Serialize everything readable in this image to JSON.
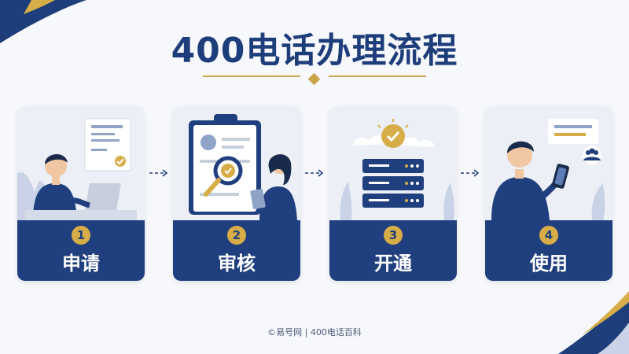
{
  "title": "400电话办理流程",
  "steps": [
    {
      "number": "1",
      "label": "申请"
    },
    {
      "number": "2",
      "label": "审核"
    },
    {
      "number": "3",
      "label": "开通"
    },
    {
      "number": "4",
      "label": "使用"
    }
  ],
  "footer": "©易号网 | 400电话百科",
  "colors": {
    "navy": "#203f7e",
    "gold": "#d7ad47",
    "card_bg": "#e8ebf4",
    "page_bg": "#f7f8fb"
  },
  "icons": [
    "person-laptop-illustration",
    "clipboard-magnifier-illustration",
    "server-check-illustration",
    "person-phone-illustration",
    "arrow-right-icon"
  ]
}
